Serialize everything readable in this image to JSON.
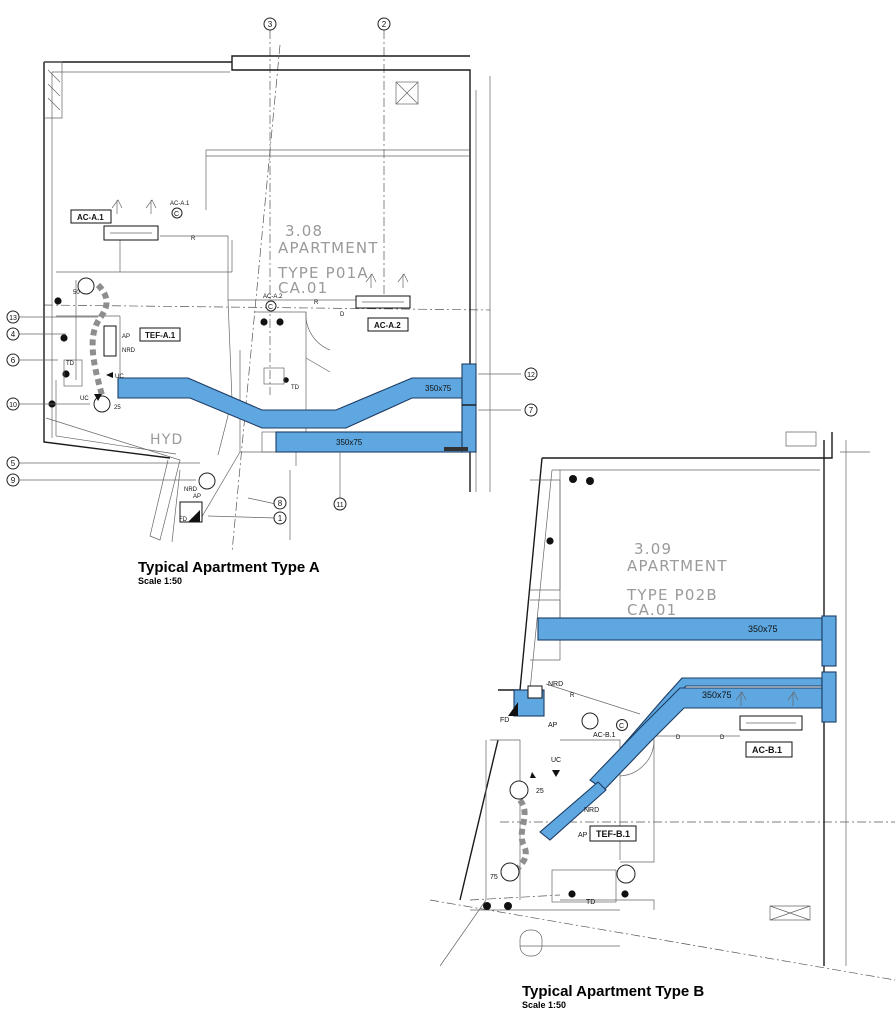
{
  "plan_a": {
    "title": "Typical Apartment Type A",
    "scale": "Scale 1:50",
    "room_number": "3.08",
    "room_name": "APARTMENT",
    "room_type": "TYPE P01A",
    "room_code": "CA.01",
    "units": {
      "ac_1": "AC-A.1",
      "ac_2": "AC-A.2",
      "tef": "TEF-A.1",
      "ac_1_small": "AC-A.1",
      "ac_2_small": "AC-A.2"
    },
    "duct_sizes": {
      "upper": "350x75",
      "lower": "350x75"
    },
    "notes": {
      "uc_1": "UC",
      "uc_2": "UC",
      "ap_1": "AP",
      "ap_2": "AP",
      "nrd_1": "NRD",
      "nrd_2": "NRD",
      "td_1": "TD",
      "td_2": "TD",
      "fd": "FD",
      "hyd": "HYD",
      "size_50": "50",
      "size_25": "25",
      "c_1": "C",
      "c_2": "C",
      "r": "R",
      "d": "D"
    },
    "callouts": [
      "1",
      "2",
      "3",
      "4",
      "5",
      "6",
      "7",
      "8",
      "9",
      "10",
      "11",
      "12",
      "13"
    ]
  },
  "plan_b": {
    "title": "Typical Apartment Type B",
    "scale": "Scale 1:50",
    "room_number": "3.09",
    "room_name": "APARTMENT",
    "room_type": "TYPE P02B",
    "room_code": "CA.01",
    "units": {
      "ac": "AC-B.1",
      "ac_small": "AC-B.1",
      "tef": "TEF-B.1"
    },
    "duct_sizes": {
      "upper": "350x75",
      "lower": "350x75"
    },
    "notes": {
      "nrd_1": "NRD",
      "nrd_2": "NRD",
      "fd": "FD",
      "ap_1": "AP",
      "ap_2": "AP",
      "uc": "UC",
      "size_25": "25",
      "size_75": "75",
      "td": "TD",
      "c": "C",
      "r": "R",
      "d": "D"
    }
  },
  "colors": {
    "duct_fill": "#5ea7e0",
    "duct_stroke": "#1d3c63",
    "flex_duct": "#8e8e8e",
    "wall": "#1a1a1a",
    "room_text": "#9a9a9a"
  }
}
